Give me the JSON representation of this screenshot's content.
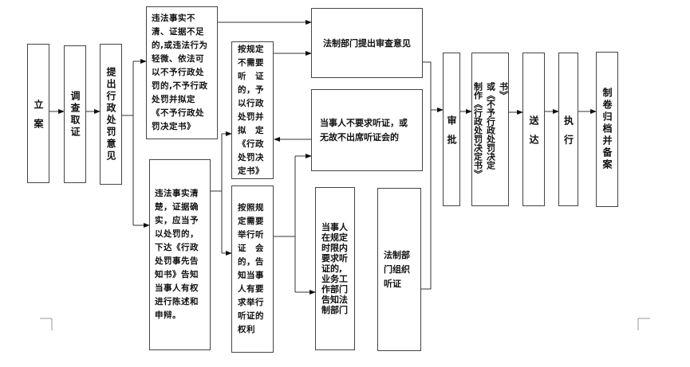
{
  "nodes": {
    "filing": "立　案",
    "investigation": "调查取证",
    "penalty_opinion": "提出行政处罚意见",
    "no_penalty_case": "违法事实不清、证据不足的,或违法行为轻微、依法可以不予行政处罚的,不予行政处罚并拟定《不予行政处罚决定书》",
    "clear_facts_case": "违法事实清楚，证据确实，应当予以处罚的，下达《行政处罚事先告知书》告知当事人有权进行陈述和申辩。",
    "no_hearing_needed": "按规定不需要听　证的，予以行政处罚并拟　定《行政处罚决定书》",
    "hearing_needed": "按照规定需要举行听证　会的，告知当事人有要求举行听证的权利",
    "legal_review": "法制部门提出审查意见",
    "no_hearing_request": "当事人不要求听证，或无故不出席听证会的",
    "hearing_request": "当事人在规定时限内要求听证的,业务工作部门告知法制部门",
    "legal_hearing": "法制部门组织听证",
    "approval": "审　批",
    "make_decision": "制作《行政处罚决定书》或《不予行政处罚决定书》",
    "delivery": "送　达",
    "execution": "执　行",
    "archive": "制卷归档并备案"
  }
}
